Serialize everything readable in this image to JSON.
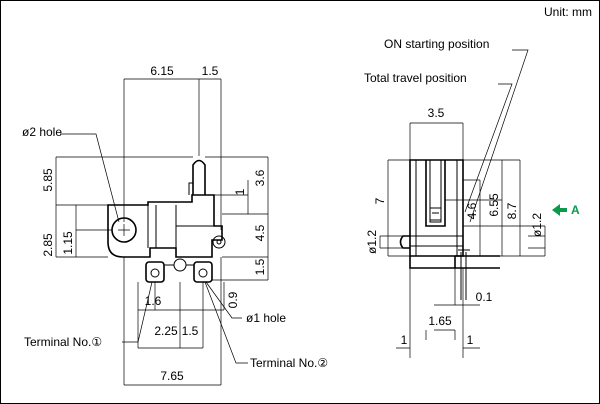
{
  "unit_label": "Unit: mm",
  "left_view": {
    "top_dims": {
      "d1": "6.15",
      "d2": "1.5"
    },
    "left_dims": {
      "d1": "5.85",
      "d2": "2.85",
      "d3": "1.15"
    },
    "right_dims": {
      "d1": "3.6",
      "d2": "1",
      "d3": "4.5",
      "d4": "1.5"
    },
    "bottom_dims": {
      "d1": "1.6",
      "d2": "0.9",
      "d3": "2.25",
      "d4": "1.5",
      "d5": "7.65"
    },
    "hole_large": "ø2 hole",
    "hole_small": "ø1 hole",
    "terminal_1": "Terminal No.①",
    "terminal_2": "Terminal No.②"
  },
  "right_view": {
    "on_start": "ON starting position",
    "total_travel": "Total travel position",
    "top_dim": "3.5",
    "left_dims": {
      "d1": "7",
      "d2": "ø1.2"
    },
    "right_dims": {
      "d1": "4.6",
      "d2": "6.55",
      "d3": "8.7",
      "d4": "ø1.2"
    },
    "bottom_dims": {
      "d1": "0.1",
      "d2": "1.65",
      "d3": "1",
      "d4": "1"
    },
    "view_arrow": "A"
  },
  "colors": {
    "arrow": "#0a9a4a"
  }
}
